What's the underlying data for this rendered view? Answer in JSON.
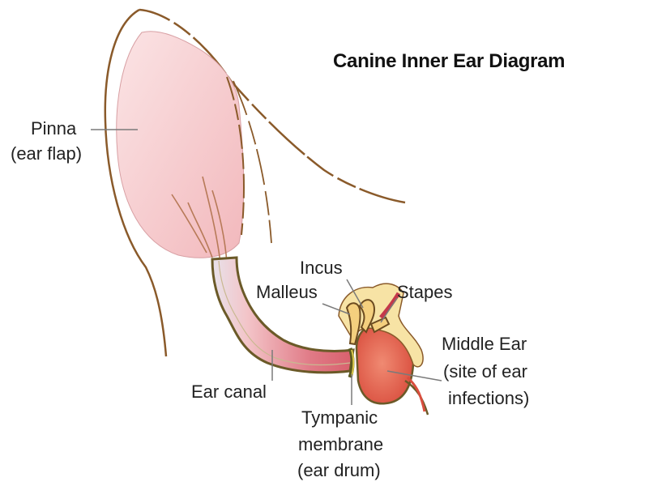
{
  "title": "Canine Inner Ear Diagram",
  "labels": {
    "pinna": "Pinna",
    "pinna_sub": "(ear flap)",
    "incus": "Incus",
    "malleus": "Malleus",
    "stapes": "Stapes",
    "middle_ear": "Middle Ear",
    "middle_ear_sub1": "(site of ear",
    "middle_ear_sub2": "infections)",
    "ear_canal": "Ear canal",
    "tympanic": "Tympanic",
    "tympanic_sub1": "membrane",
    "tympanic_sub2": "(ear drum)"
  },
  "colors": {
    "outline": "#8a5a2a",
    "pinna_fill": "#f7d6d8",
    "canal_fill": "#e58a93",
    "middle_ear_fill": "#e0604f",
    "bone_fill": "#f7e3a5",
    "leader": "#7a7a7a"
  }
}
